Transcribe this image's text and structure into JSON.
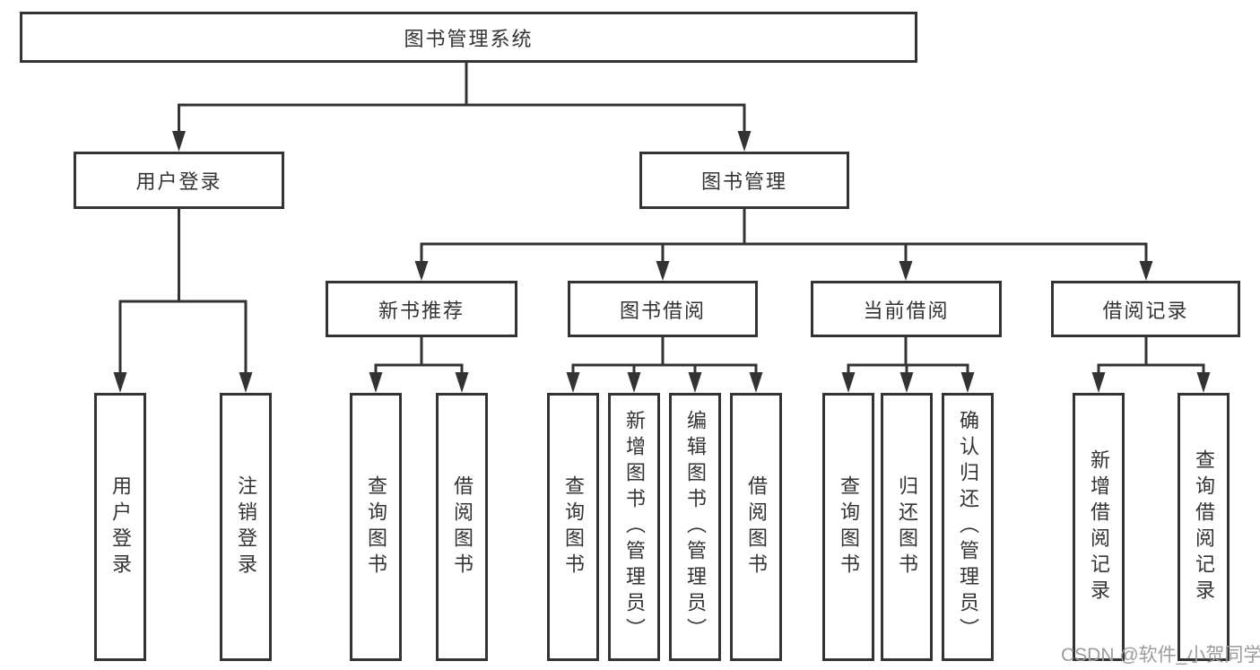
{
  "diagram": {
    "type": "hierarchy-diagram",
    "colors": {
      "line": "#333333",
      "box_border": "#333333",
      "text": "#333333",
      "background": "#ffffff",
      "watermark": "#9c9c9c"
    },
    "watermark": "CSDN @软件_小贺同学",
    "tree": {
      "root": {
        "label": "图书管理系统",
        "children": [
          {
            "label": "用户登录",
            "children": [
              {
                "label": "用户登录"
              },
              {
                "label": "注销登录"
              }
            ]
          },
          {
            "label": "图书管理",
            "children": [
              {
                "label": "新书推荐",
                "children": [
                  {
                    "label": "查询图书"
                  },
                  {
                    "label": "借阅图书"
                  }
                ]
              },
              {
                "label": "图书借阅",
                "children": [
                  {
                    "label": "查询图书"
                  },
                  {
                    "label": "新增图书（管理员）"
                  },
                  {
                    "label": "编辑图书（管理员）"
                  },
                  {
                    "label": "借阅图书"
                  }
                ]
              },
              {
                "label": "当前借阅",
                "children": [
                  {
                    "label": "查询图书"
                  },
                  {
                    "label": "归还图书"
                  },
                  {
                    "label": "确认归还（管理员）"
                  }
                ]
              },
              {
                "label": "借阅记录",
                "children": [
                  {
                    "label": "新增借阅记录"
                  },
                  {
                    "label": "查询借阅记录"
                  }
                ]
              }
            ]
          }
        ]
      }
    }
  }
}
